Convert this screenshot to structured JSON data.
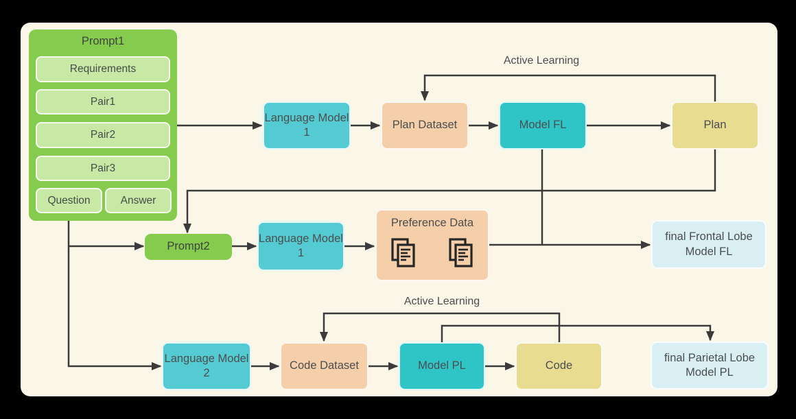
{
  "canvas": {
    "frame_bg": "#000000",
    "panel_bg": "#FAF6E8"
  },
  "labels": {
    "active_learning_top": "Active Learning",
    "active_learning_bottom": "Active Learning"
  },
  "prompt1": {
    "title": "Prompt1",
    "items": [
      "Requirements",
      "Pair1",
      "Pair2",
      "Pair3"
    ],
    "question": "Question",
    "answer": "Answer"
  },
  "nodes": {
    "language_model_1_top": "Language Model 1",
    "plan_dataset": "Plan Dataset",
    "model_fl": "Model FL",
    "plan": "Plan",
    "prompt2": "Prompt2",
    "language_model_1_mid": "Language Model 1",
    "preference_data": "Preference Data",
    "final_frontal": "final Frontal Lobe Model FL",
    "language_model_2": "Language Model 2",
    "code_dataset": "Code Dataset",
    "model_pl": "Model PL",
    "code": "Code",
    "final_parietal": "final Parietal Lobe Model PL"
  },
  "icons": {
    "preference_documents": [
      "document-stack-icon",
      "document-stack-icon"
    ]
  },
  "colors": {
    "teal_light": "#54CBD2",
    "teal_dark": "#2FC5C6",
    "peach": "#F5CEAA",
    "yellow": "#E8DC91",
    "light_blue": "#DAEFF3",
    "green": "#85CB4D",
    "green_light": "#C8E9A6",
    "connector": "#3B3B3B",
    "text": "#4B4E4F"
  }
}
